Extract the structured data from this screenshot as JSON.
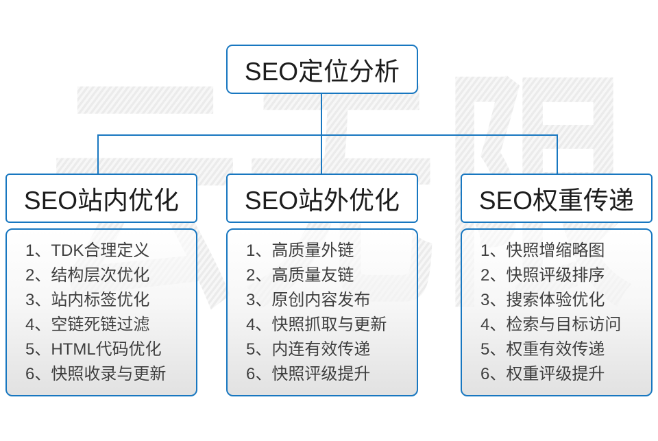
{
  "watermark": {
    "text": "云无限"
  },
  "root": {
    "label": "SEO定位分析"
  },
  "columns": [
    {
      "header": "SEO站内优化",
      "items": [
        "1、TDK合理定义",
        "2、结构层次优化",
        "3、站内标签优化",
        "4、空链死链过滤",
        "5、HTML代码优化",
        "6、快照收录与更新"
      ]
    },
    {
      "header": "SEO站外优化",
      "items": [
        "1、高质量外链",
        "2、高质量友链",
        "3、原创内容发布",
        "4、快照抓取与更新",
        "5、内连有效传递",
        "6、快照评级提升"
      ]
    },
    {
      "header": "SEO权重传递",
      "items": [
        "1、快照增缩略图",
        "2、快照评级排序",
        "3、搜索体验优化",
        "4、检索与目标访问",
        "5、权重有效传递",
        "6、权重评级提升"
      ]
    }
  ],
  "colors": {
    "accent": "#1877c0",
    "list_text": "#3e3e3e",
    "watermark_gray": "#ebebeb",
    "panel_bottom": "#e0e0e0"
  }
}
